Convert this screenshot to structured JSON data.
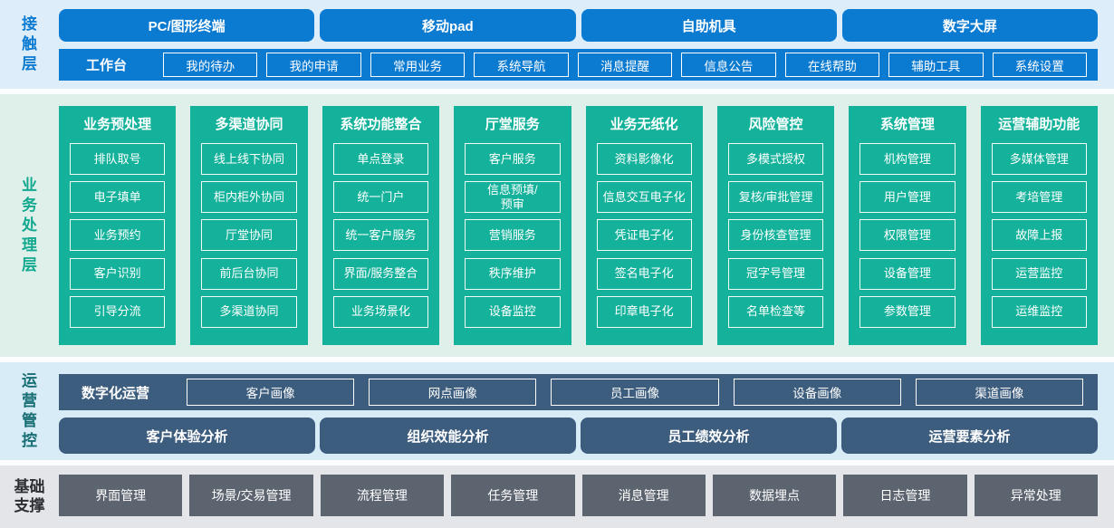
{
  "colors": {
    "accent_blue": "#0b7ad1",
    "accent_green": "#14b29b",
    "accent_slate": "#3d5d7e",
    "accent_gray": "#5c6470",
    "band_contact_bg": "#ddeefa",
    "band_business_bg": "#dff0ea",
    "band_ops_bg": "#d8ecf7",
    "band_foundation_bg": "#e3e5e8"
  },
  "layers": {
    "contact": "接触层",
    "business": "业务处理层",
    "operations": "运营管控",
    "foundation": "基础支撑"
  },
  "contact": {
    "terminals": [
      "PC/图形终端",
      "移动pad",
      "自助机具",
      "数字大屏"
    ],
    "workbench_label": "工作台",
    "workbench_items": [
      "我的待办",
      "我的申请",
      "常用业务",
      "系统导航",
      "消息提醒",
      "信息公告",
      "在线帮助",
      "辅助工具",
      "系统设置"
    ]
  },
  "business": {
    "columns": [
      {
        "title": "业务预处理",
        "items": [
          "排队取号",
          "电子填单",
          "业务预约",
          "客户识别",
          "引导分流"
        ]
      },
      {
        "title": "多渠道协同",
        "items": [
          "线上线下协同",
          "柜内柜外协同",
          "厅堂协同",
          "前后台协同",
          "多渠道协同"
        ]
      },
      {
        "title": "系统功能整合",
        "items": [
          "单点登录",
          "统一门户",
          "统一客户服务",
          "界面/服务整合",
          "业务场景化"
        ]
      },
      {
        "title": "厅堂服务",
        "items": [
          "客户服务",
          "信息预填/\n预审",
          "营销服务",
          "秩序维护",
          "设备监控"
        ]
      },
      {
        "title": "业务无纸化",
        "items": [
          "资料影像化",
          "信息交互电子化",
          "凭证电子化",
          "签名电子化",
          "印章电子化"
        ]
      },
      {
        "title": "风险管控",
        "items": [
          "多模式授权",
          "复核/审批管理",
          "身份核查管理",
          "冠字号管理",
          "名单检查等"
        ]
      },
      {
        "title": "系统管理",
        "items": [
          "机构管理",
          "用户管理",
          "权限管理",
          "设备管理",
          "参数管理"
        ]
      },
      {
        "title": "运营辅助功能",
        "items": [
          "多媒体管理",
          "考培管理",
          "故障上报",
          "运营监控",
          "运维监控"
        ]
      }
    ]
  },
  "operations": {
    "digital_label": "数字化运营",
    "portraits": [
      "客户画像",
      "网点画像",
      "员工画像",
      "设备画像",
      "渠道画像"
    ],
    "analysis": [
      "客户体验分析",
      "组织效能分析",
      "员工绩效分析",
      "运营要素分析"
    ]
  },
  "foundation": {
    "items": [
      "界面管理",
      "场景/交易管理",
      "流程管理",
      "任务管理",
      "消息管理",
      "数据埋点",
      "日志管理",
      "异常处理"
    ]
  }
}
